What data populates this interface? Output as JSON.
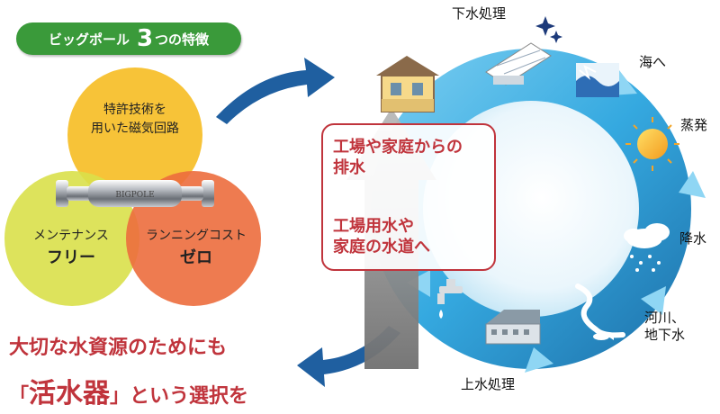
{
  "title": {
    "prefix": "ビッグポール",
    "number": "3",
    "suffix": "つの特徴"
  },
  "venn": {
    "top": {
      "line1": "特許技術を",
      "line2": "用いた磁気回路"
    },
    "left": {
      "line1": "メンテナンス",
      "line2": "フリー"
    },
    "right": {
      "line1": "ランニングコスト",
      "line2": "ゼロ"
    },
    "device_label": "BIGPOLE"
  },
  "cycle": {
    "stages": {
      "sewage_treatment": "下水処理",
      "to_sea": "海へ",
      "evaporation": "蒸発",
      "rain": "降水",
      "rivers_line1": "河川、",
      "rivers_line2": "地下水",
      "water_treatment": "上水処理"
    },
    "inner_box": {
      "discharge_line1": "工場や家庭からの",
      "discharge_line2": "排水",
      "supply_line1": "工場用水や",
      "supply_line2": "家庭の水道へ"
    }
  },
  "slogan": {
    "line1": "大切な水資源のためにも",
    "open_bracket": "「",
    "product": "活水器",
    "close_bracket": "」",
    "line2_rest": "という選択を"
  },
  "colors": {
    "badge_green": "#3a9a3a",
    "venn_top": "#f7c338",
    "venn_left": "#d9e04a",
    "venn_right": "#ec6d3d",
    "cycle_blue": "#35a9e0",
    "cycle_dark_blue": "#1d6fa8",
    "accent_red": "#c0343c",
    "arrow_blue": "#1f5fa0"
  },
  "icons": [
    "sewage-plant-icon",
    "sparkle-icon",
    "sea-wave-icon",
    "sun-icon",
    "rain-cloud-icon",
    "river-icon",
    "fish-icon",
    "water-plant-icon",
    "faucet-icon",
    "house-icon",
    "pipe-device-icon"
  ]
}
